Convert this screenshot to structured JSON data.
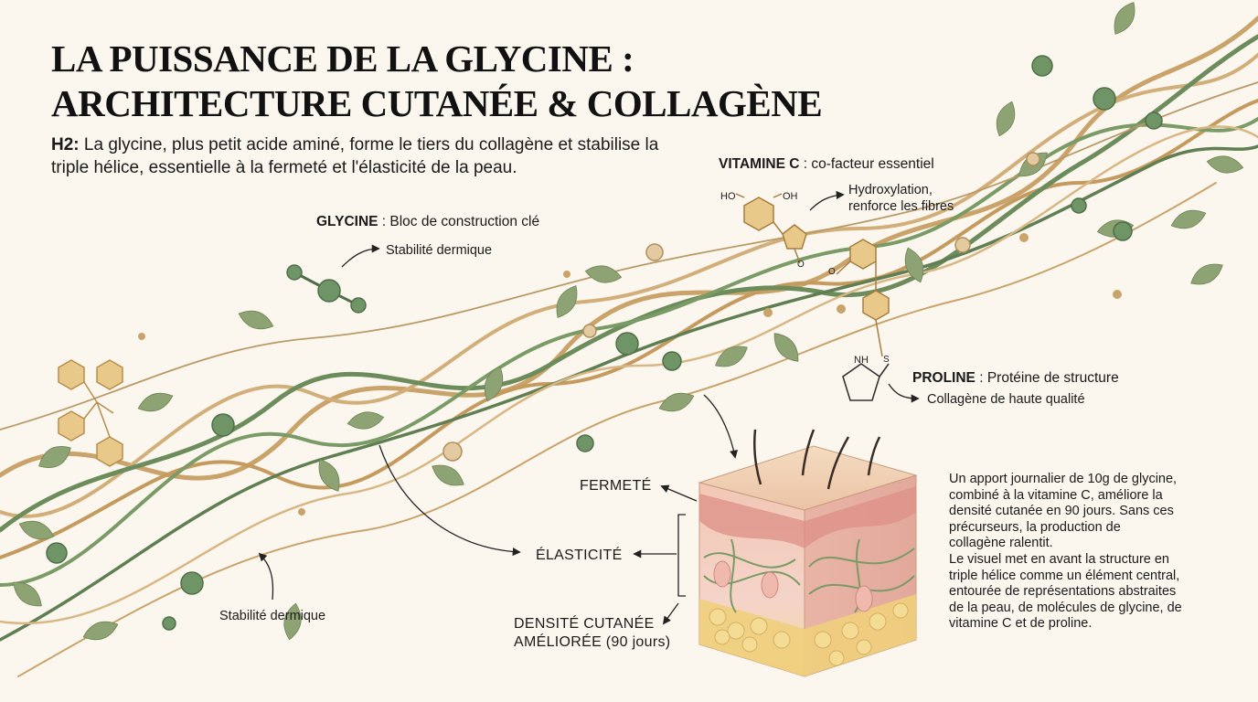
{
  "title_line1": "LA PUISSANCE DE LA GLYCINE :",
  "title_line2": "ARCHITECTURE CUTANÉE & COLLAGÈNE",
  "subtitle": {
    "prefix": "H2:",
    "text": "La glycine, plus petit acide aminé, forme le tiers du collagène et stabilise la triple hélice, essentielle à la fermeté et l'élasticité de la peau."
  },
  "glycine": {
    "name": "GLYCINE",
    "desc": " : Bloc de construction clé",
    "benefit": "Stabilité dermique"
  },
  "vitamin_c": {
    "name": "VITAMINE C",
    "desc": " : co-facteur essentiel",
    "benefit_line1": "Hydroxylation,",
    "benefit_line2": "renforce les fibres"
  },
  "proline": {
    "name": "PROLINE",
    "desc": " : Protéine de structure",
    "benefit": "Collagène de haute qualité"
  },
  "bottom_left_label": "Stabilité dermique",
  "skin": {
    "firmness": "FERMETÉ",
    "elasticity": "ÉLASTICITÉ",
    "density_line1": "DENSITÉ CUTANÉE",
    "density_line2": "AMÉLIORÉE (90 jours)"
  },
  "chem_labels": {
    "ho1": "HO",
    "oh1": "OH",
    "nh": "NH",
    "s": "S",
    "o": "O"
  },
  "paragraph": [
    "Un apport journalier de 10g de glycine,",
    "combiné à la vitamine C, améliore la",
    "densité cutanée en 90 jours. Sans ces",
    "précurseurs, la production de",
    "collagène ralentit.",
    "Le visuel met en avant la structure en",
    "triple hélice comme un élément central,",
    "entourée de représentations abstraites",
    "de la peau, de molécules de glycine, de",
    "vitamine C et de proline."
  ],
  "colors": {
    "background": "#fbf7ef",
    "gold_strand": "#c9a36a",
    "green_strand": "#6f8f5f",
    "leaf": "#8ea374",
    "skin_top": "#f1d2b4",
    "skin_side": "#f3c9bd",
    "fat": "#f0d58c"
  }
}
